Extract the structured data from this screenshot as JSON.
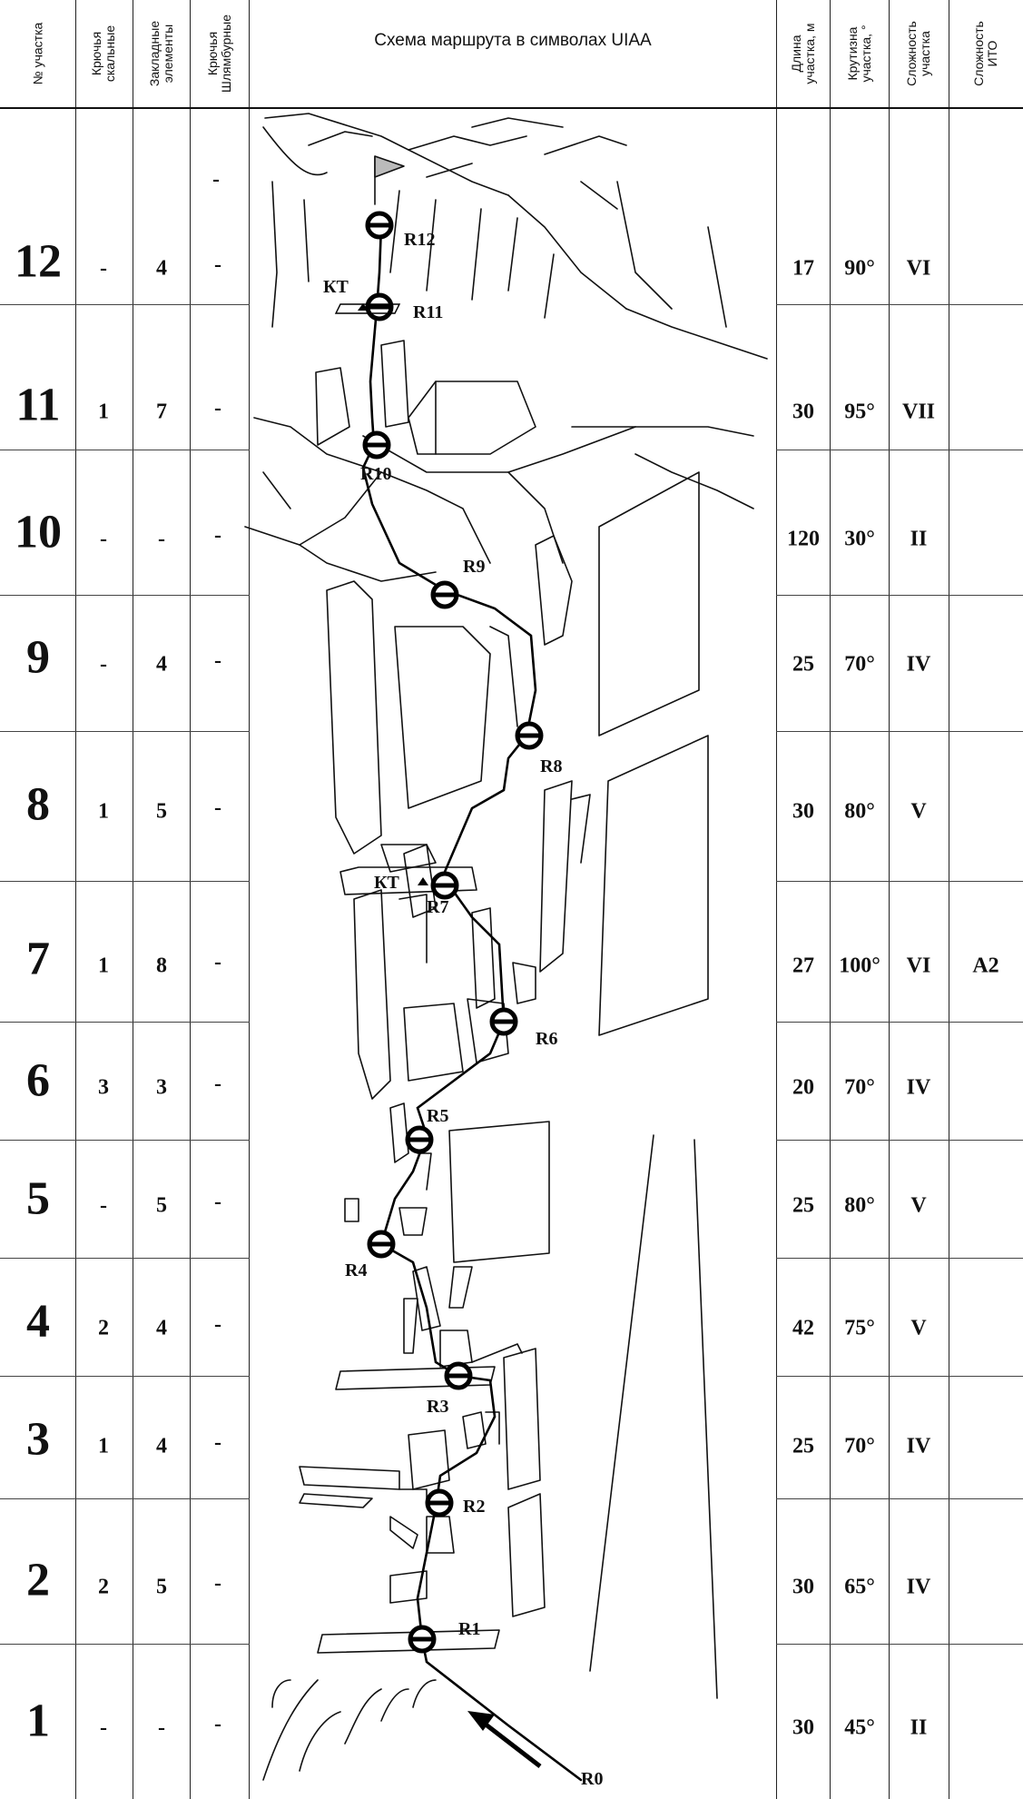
{
  "header": {
    "col_num": "№ участка",
    "col_rock_pitons": "Крючья скальные",
    "col_chocks": "Закладные элементы",
    "col_bolts": "Крючья Шлямбурные",
    "col_scheme": "Схема маршрута в символах UIAA",
    "col_length": "Длина участка, м",
    "col_steepness": "Крутизна участка, °",
    "col_difficulty": "Сложность участка",
    "col_aid": "Сложность ИТО"
  },
  "top_row": {
    "bolts": "-"
  },
  "sections": [
    {
      "num": "12",
      "rock": "-",
      "chocks": "4",
      "bolts": "-",
      "length": "17",
      "steep": "90°",
      "diff": "VI",
      "aid": ""
    },
    {
      "num": "11",
      "rock": "1",
      "chocks": "7",
      "bolts": "-",
      "length": "30",
      "steep": "95°",
      "diff": "VII",
      "aid": ""
    },
    {
      "num": "10",
      "rock": "-",
      "chocks": "-",
      "bolts": "-",
      "length": "120",
      "steep": "30°",
      "diff": "II",
      "aid": ""
    },
    {
      "num": "9",
      "rock": "-",
      "chocks": "4",
      "bolts": "-",
      "length": "25",
      "steep": "70°",
      "diff": "IV",
      "aid": ""
    },
    {
      "num": "8",
      "rock": "1",
      "chocks": "5",
      "bolts": "-",
      "length": "30",
      "steep": "80°",
      "diff": "V",
      "aid": ""
    },
    {
      "num": "7",
      "rock": "1",
      "chocks": "8",
      "bolts": "-",
      "length": "27",
      "steep": "100°",
      "diff": "VI",
      "aid": "A2"
    },
    {
      "num": "6",
      "rock": "3",
      "chocks": "3",
      "bolts": "-",
      "length": "20",
      "steep": "70°",
      "diff": "IV",
      "aid": ""
    },
    {
      "num": "5",
      "rock": "-",
      "chocks": "5",
      "bolts": "-",
      "length": "25",
      "steep": "80°",
      "diff": "V",
      "aid": ""
    },
    {
      "num": "4",
      "rock": "2",
      "chocks": "4",
      "bolts": "-",
      "length": "42",
      "steep": "75°",
      "diff": "V",
      "aid": ""
    },
    {
      "num": "3",
      "rock": "1",
      "chocks": "4",
      "bolts": "-",
      "length": "25",
      "steep": "70°",
      "diff": "IV",
      "aid": ""
    },
    {
      "num": "2",
      "rock": "2",
      "chocks": "5",
      "bolts": "-",
      "length": "30",
      "steep": "65°",
      "diff": "IV",
      "aid": ""
    },
    {
      "num": "1",
      "rock": "-",
      "chocks": "-",
      "bolts": "-",
      "length": "30",
      "steep": "45°",
      "diff": "II",
      "aid": ""
    }
  ],
  "route": {
    "anchors": [
      "R0",
      "R1",
      "R2",
      "R3",
      "R4",
      "R5",
      "R6",
      "R7",
      "R8",
      "R9",
      "R10",
      "R11",
      "R12"
    ],
    "control_point_label": "КТ"
  }
}
